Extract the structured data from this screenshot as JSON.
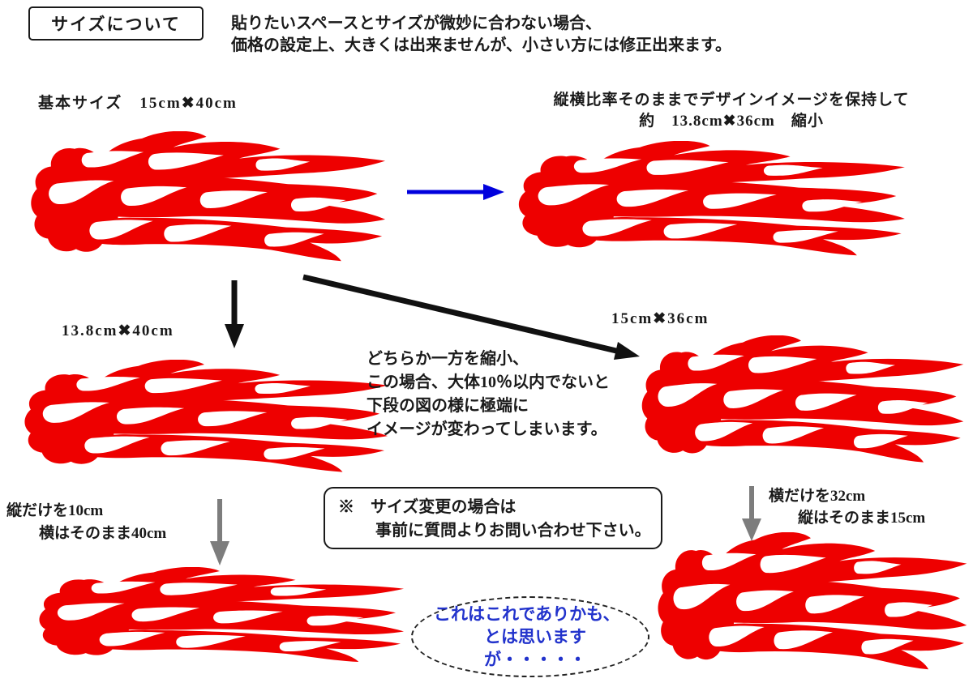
{
  "title_box": {
    "label": "サイズについて"
  },
  "intro": {
    "line1": "貼りたいスペースとサイズが微妙に合わない場合、",
    "line2": "価格の設定上、大きくは出来ませんが、小さい方には修正出来ます。"
  },
  "basic_size": {
    "label": "基本サイズ　15cm✖40cm"
  },
  "keep_ratio": {
    "line1": "縦横比率そのままでデザインイメージを保持して",
    "line2": "約　13.8cm✖36cm　縮小"
  },
  "labels": {
    "height_reduced": "13.8cm✖40cm",
    "width_reduced": "15cm✖36cm"
  },
  "center_note": {
    "line1": "どちらか一方を縮小、",
    "line2": "この場合、大体10％以内でないと",
    "line3": "下段の図の様に極端に",
    "line4": "イメージが変わってしまいます。"
  },
  "bottom_left_note": {
    "line1": "縦だけを10cm",
    "line2": "横はそのまま40cm"
  },
  "bottom_right_note": {
    "line1": "横だけを32cm",
    "line2": "縦はそのまま15cm"
  },
  "notice_box": {
    "line1": "※　サイズ変更の場合は",
    "line2": "事前に質問よりお問い合わせ下さい。"
  },
  "speech_bubble": {
    "line1": "これはこれでありかも、",
    "line2": "とは思いますが・・・・・"
  },
  "flames": {
    "basic": "flame-basic-15x40",
    "proportional": "flame-scaled-13.8x36",
    "height_reduced": "flame-13.8x40",
    "width_reduced": "flame-15x36",
    "flattened": "flame-10x40",
    "narrowed": "flame-15x32"
  },
  "colors": {
    "flame_red": "#ee0000",
    "arrow_blue": "#0000dd",
    "arrow_black": "#111111",
    "arrow_gray": "#7d7d7d",
    "bubble_text_blue": "#2233cc"
  }
}
